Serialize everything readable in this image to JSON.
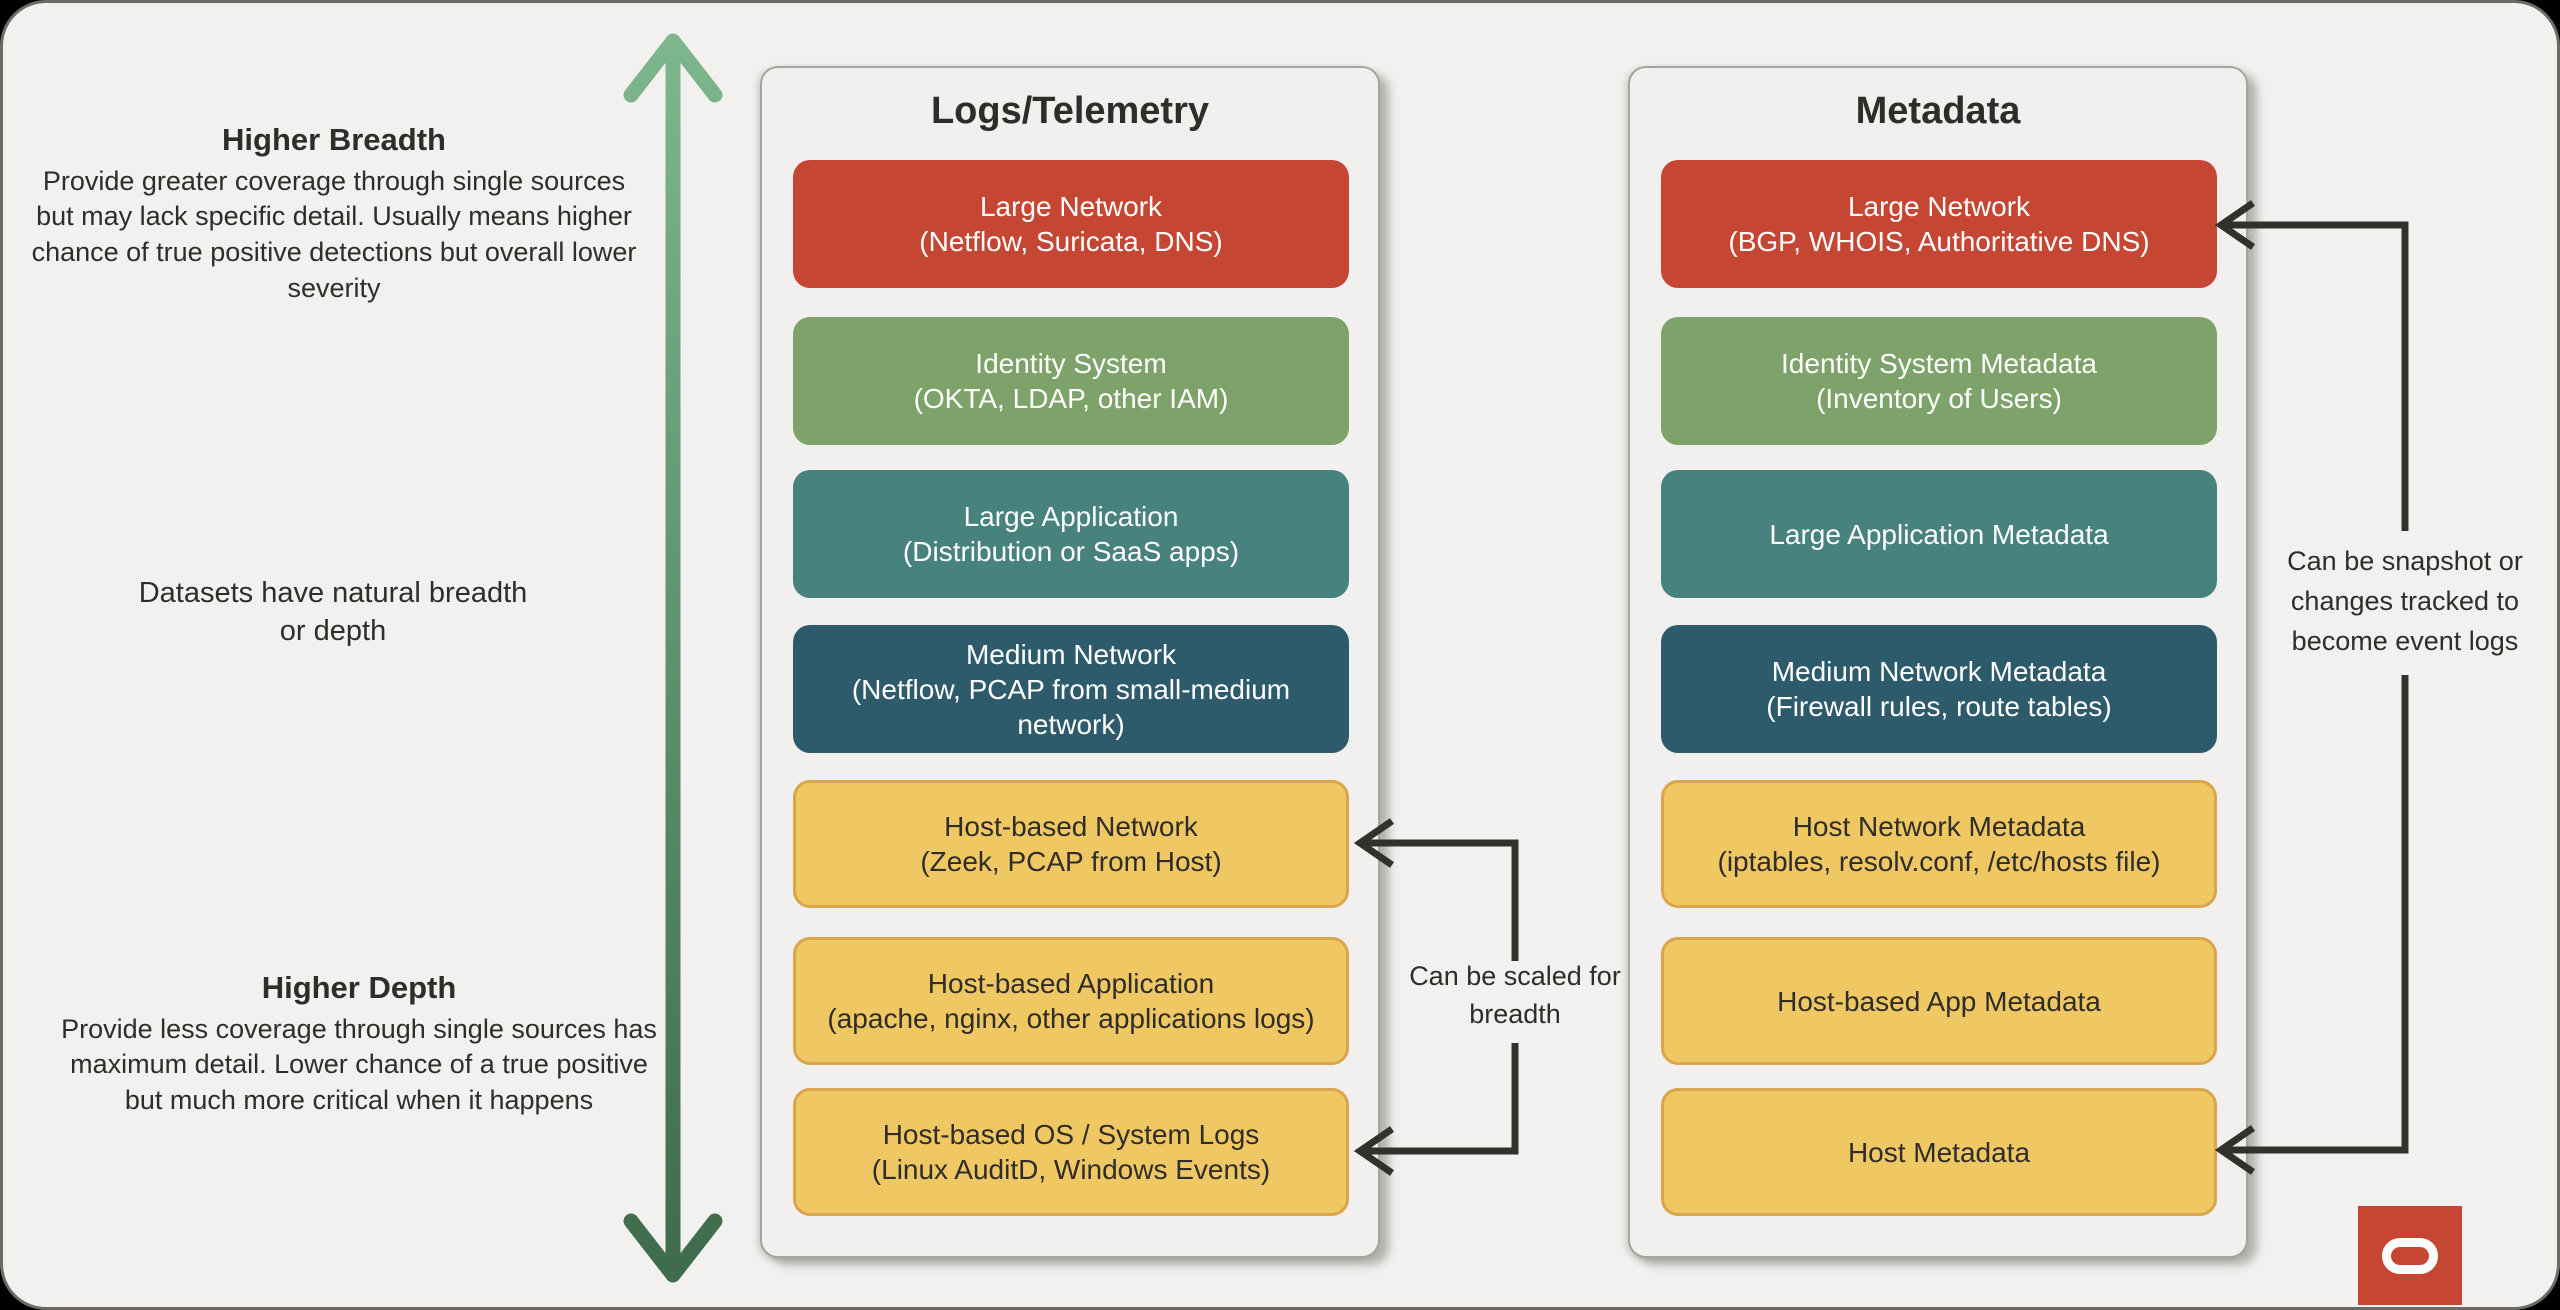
{
  "canvas": {},
  "colors": {
    "canvas-bg": "#F2F1EF",
    "canvas-border": "#6E6B66",
    "panel-bg": "#F1F0EE",
    "panel-border": "#A7A49F",
    "red": "#C64634",
    "green": "#7DA36A",
    "teal": "#47827E",
    "navy": "#2E5B6B",
    "yellow": "#EFC763",
    "yellow-border": "#D9A54D",
    "dark-text": "#2F2D29",
    "white-text": "#FFFFFF",
    "arrow-top": "#7EB78D",
    "arrow-bottom": "#3E6B4B",
    "connector": "#33312D"
  },
  "axis": {
    "higher_breadth_title": "Higher Breadth",
    "higher_breadth_body": "Provide greater coverage through single sources but may lack specific detail. Usually means higher chance of true positive detections but overall lower severity",
    "middle_note": "Datasets have natural breadth or depth",
    "higher_depth_title": "Higher Depth",
    "higher_depth_body": "Provide less coverage through single sources has maximum detail. Lower chance of a true positive but much more critical when it happens"
  },
  "columns": [
    {
      "title": "Logs/Telemetry",
      "boxes": [
        {
          "label": "Large Network",
          "sublabel": "(Netflow, Suricata, DNS)",
          "color": "red"
        },
        {
          "label": "Identity System",
          "sublabel": "(OKTA, LDAP, other IAM)",
          "color": "green"
        },
        {
          "label": "Large Application",
          "sublabel": "(Distribution or SaaS apps)",
          "color": "teal"
        },
        {
          "label": "Medium Network",
          "sublabel": "(Netflow, PCAP from small-medium network)",
          "color": "navy"
        },
        {
          "label": "Host-based Network",
          "sublabel": "(Zeek, PCAP from Host)",
          "color": "yellow"
        },
        {
          "label": "Host-based Application",
          "sublabel": "(apache, nginx, other applications logs)",
          "color": "yellow"
        },
        {
          "label": "Host-based OS / System Logs",
          "sublabel": "(Linux AuditD, Windows Events)",
          "color": "yellow"
        }
      ]
    },
    {
      "title": "Metadata",
      "boxes": [
        {
          "label": "Large Network",
          "sublabel": "(BGP, WHOIS, Authoritative DNS)",
          "color": "red"
        },
        {
          "label": "Identity System Metadata",
          "sublabel": "(Inventory of Users)",
          "color": "green"
        },
        {
          "label": "Large Application Metadata",
          "sublabel": "",
          "color": "teal"
        },
        {
          "label": "Medium Network Metadata",
          "sublabel": "(Firewall rules, route tables)",
          "color": "navy"
        },
        {
          "label": "Host Network Metadata",
          "sublabel": "(iptables, resolv.conf, /etc/hosts file)",
          "color": "yellow"
        },
        {
          "label": "Host-based App Metadata",
          "sublabel": "",
          "color": "yellow"
        },
        {
          "label": "Host Metadata",
          "sublabel": "",
          "color": "yellow"
        }
      ]
    }
  ],
  "annotations": {
    "scale_note": "Can be scaled for breadth",
    "snapshot_note": "Can be snapshot or changes tracked to become event logs"
  }
}
